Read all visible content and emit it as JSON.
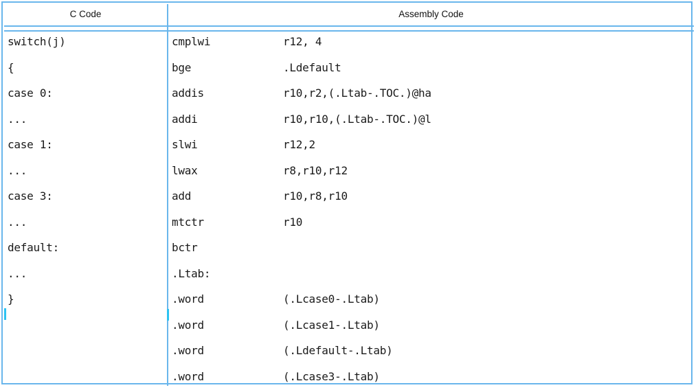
{
  "table": {
    "headers": {
      "c_code": "C Code",
      "assembly": "Assembly Code"
    },
    "rows": [
      {
        "c": "switch(j)",
        "mnemonic": "cmplwi",
        "operands": "r12, 4"
      },
      {
        "c": "{",
        "mnemonic": "bge",
        "operands": ".Ldefault"
      },
      {
        "c": "case 0:",
        "mnemonic": "addis",
        "operands": "r10,r2,(.Ltab-.TOC.)@ha"
      },
      {
        "c": "...",
        "mnemonic": "addi",
        "operands": "r10,r10,(.Ltab-.TOC.)@l"
      },
      {
        "c": "case 1:",
        "mnemonic": "slwi",
        "operands": "r12,2"
      },
      {
        "c": "...",
        "mnemonic": "lwax",
        "operands": "r8,r10,r12"
      },
      {
        "c": "case 3:",
        "mnemonic": "add",
        "operands": "r10,r8,r10"
      },
      {
        "c": "...",
        "mnemonic": "mtctr",
        "operands": "r10"
      },
      {
        "c": "default:",
        "mnemonic": "bctr",
        "operands": ""
      },
      {
        "c": "...",
        "mnemonic": ".Ltab:",
        "operands": ""
      },
      {
        "c": "}",
        "mnemonic": ".word",
        "operands": "(.Lcase0-.Ltab)"
      },
      {
        "c": "",
        "mnemonic": ".word",
        "operands": "(.Lcase1-.Ltab)"
      },
      {
        "c": "",
        "mnemonic": ".word",
        "operands": "(.Ldefault-.Ltab)"
      },
      {
        "c": "",
        "mnemonic": ".word",
        "operands": "(.Lcase3-.Ltab)"
      }
    ]
  },
  "colors": {
    "border": "#69b6ec",
    "row_break_tick": "#2cc3f2",
    "text": "#1a1a1a",
    "header_text": "#111111"
  }
}
